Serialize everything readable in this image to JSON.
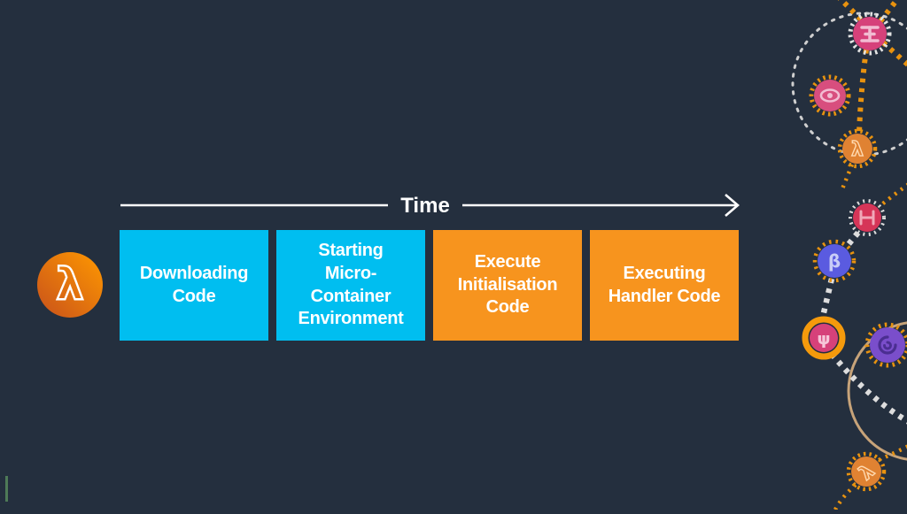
{
  "slide": {
    "timeline": {
      "label": "Time"
    },
    "stages": [
      {
        "label": "Downloading\nCode",
        "color": "#00BEF0"
      },
      {
        "label": "Starting\nMicro-\nContainer\nEnvironment",
        "color": "#00BEF0"
      },
      {
        "label": "Execute\nInitialisation\nCode",
        "color": "#F7941E"
      },
      {
        "label": "Executing\nHandler Code",
        "color": "#F7941E"
      }
    ],
    "lambda_glyph": "λ",
    "colors": {
      "background": "#242F3E",
      "cyan": "#00BEF0",
      "orange": "#F7941E",
      "arrow": "#FFFFFF",
      "green_tick": "#4E7A57",
      "lambda_gradient_start": "#FF9900",
      "lambda_gradient_end": "#C8511B",
      "decor_pink": "#D6417A",
      "decor_crimson": "#D63558",
      "decor_blue": "#5A5BE0",
      "decor_purple": "#7A4ECB",
      "decor_orange_badge": "#E08232",
      "decor_teeth_orange": "#E8920F",
      "decor_dots_white": "#D8D8D8",
      "decor_tan": "#C7A379"
    },
    "decor_icon_names": [
      "gear-badge-ibeam-icon",
      "gear-badge-eye-icon",
      "gear-badge-lambda-icon",
      "gear-badge-barbell-icon",
      "gear-badge-beta-icon",
      "gear-badge-trident-icon",
      "gear-badge-swirl-icon",
      "gear-badge-lambda-tilted-icon"
    ]
  }
}
